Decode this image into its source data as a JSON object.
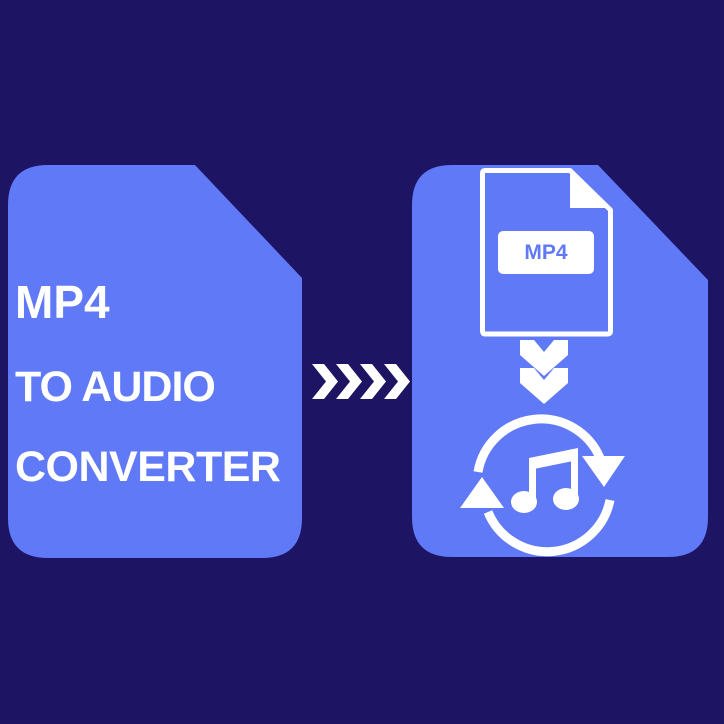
{
  "colors": {
    "background": "#1d1464",
    "card": "#6079f7",
    "foreground": "#ffffff"
  },
  "left_card": {
    "title_line1": "MP4",
    "title_line2": "TO AUDIO",
    "title_line3": "CONVERTER"
  },
  "arrow": {
    "icon": "chevrons-right-icon",
    "count": 4
  },
  "right_card": {
    "file_icon": "file-icon",
    "file_label": "MP4",
    "down_arrow_icon": "chevrons-down-icon",
    "convert_icon": "refresh-music-note-icon"
  }
}
